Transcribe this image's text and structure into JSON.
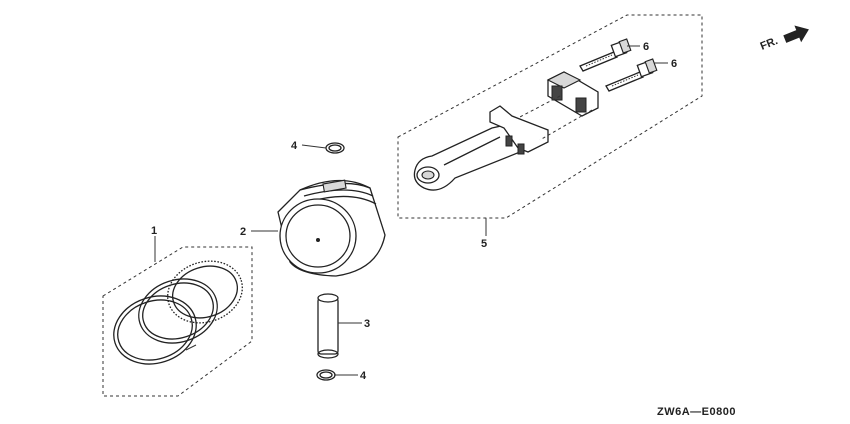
{
  "direction_marker": {
    "text": "FR.",
    "icon": "arrow-right-icon"
  },
  "callouts": {
    "rings": "1",
    "piston": "2",
    "pin": "3",
    "clip_top": "4",
    "clip_bottom": "4",
    "rod": "5",
    "bolt_a": "6",
    "bolt_b": "6"
  },
  "diagram_code": "ZW6A—E0800"
}
